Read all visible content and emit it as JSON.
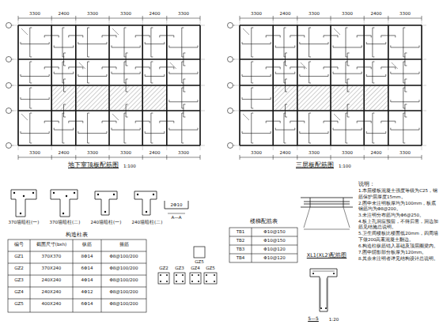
{
  "diagram": {
    "labels": [
      "地下室顶板配筋图",
      "1:100",
      "3300",
      "2400",
      "3300",
      "3300",
      "2400",
      "3300",
      "3300",
      "2400",
      "3300",
      "3300",
      "2400",
      "3300",
      "三层板配筋图",
      "1:100",
      "3300",
      "2400",
      "3300",
      "3300",
      "2400",
      "3300",
      "3300",
      "2400",
      "3300",
      "3300",
      "2400",
      "3300",
      "370墙暗柱(一)",
      "370墙暗柱(二)",
      "240墙暗柱(一)",
      "240墙暗柱(二)",
      "构造柱表",
      "编号",
      "截面尺寸(bxh)",
      "纵筋",
      "箍筋",
      "GZ1",
      "370X370",
      "8Φ14",
      "Φ8@100/200",
      "GZ2",
      "370X240",
      "6Φ14",
      "Φ8@100/200",
      "GZ3",
      "240X240",
      "4Φ14",
      "Φ8@100/200",
      "GZ4",
      "240X240",
      "4Φ12",
      "Φ8@100/200",
      "GZ5",
      "400X240",
      "6Φ14",
      "Φ8@100/200",
      "GZ5",
      "GZ2",
      "GZ3",
      "GZ4",
      "GZ5",
      "2Φ10",
      "A—A",
      "楼梯配筋表",
      "TB1",
      "Φ10@150",
      "TB2",
      "Φ10@150",
      "TB3",
      "Φ10@120",
      "TB4",
      "Φ10@120",
      "XL1(XL2)配筋图",
      "5—5",
      "1:20",
      "说明：",
      "1.本层楼板混凝土强度等级为C25，钢筋保护层厚度15mm。",
      "2.图中未注明板厚均为100mm，板底钢筋均为Φ8@200。",
      "3.未注明分布筋均为Φ6@250。",
      "4.板上孔洞应预留，不得后凿，洞边加筋见结施总说明。",
      "5.卫生间楼板比楼面低20mm，四周墙下做200高素混凝土翻边。",
      "6.构造柱纵筋锚入基础及顶层圈梁内。",
      "7.图中阴影部分板厚为120mm。",
      "8.其余未注明者详见结构设计总说明。"
    ]
  }
}
